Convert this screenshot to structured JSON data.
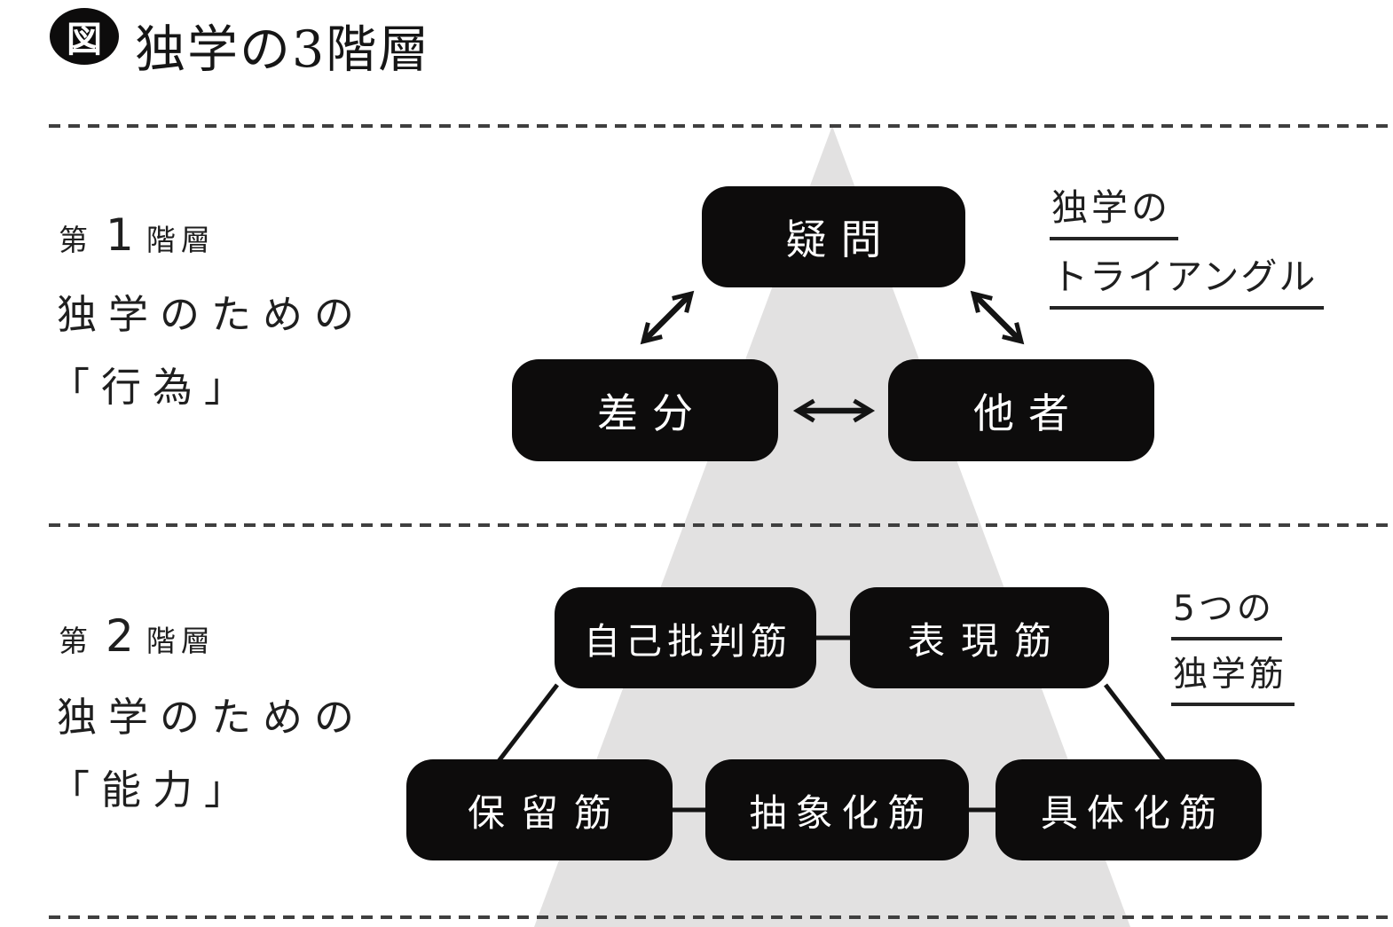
{
  "title": {
    "badge": "図",
    "text": "独学の3階層"
  },
  "colors": {
    "node_fill": "#0d0c0c",
    "node_text": "#ffffff",
    "pyramid_fill": "#e2e1e1",
    "dash_line": "#3f3f3f",
    "text": "#1f1f1f"
  },
  "tier1": {
    "level": {
      "prefix": "第",
      "number": "1",
      "suffix": "階層"
    },
    "caption_line1": "独学のための",
    "caption_line2": "「行為」",
    "nodes": [
      {
        "id": "gimon",
        "label": "疑問"
      },
      {
        "id": "sabun",
        "label": "差分"
      },
      {
        "id": "tasha",
        "label": "他者"
      }
    ],
    "annotation": {
      "line1": "独学の",
      "line2": "トライアングル"
    }
  },
  "tier2": {
    "level": {
      "prefix": "第",
      "number": "2",
      "suffix": "階層"
    },
    "caption_line1": "独学のための",
    "caption_line2": "「能力」",
    "nodes": [
      {
        "id": "jiko-hihan-kin",
        "label": "自己批判筋"
      },
      {
        "id": "hyogen-kin",
        "label": "表現筋"
      },
      {
        "id": "horyu-kin",
        "label": "保留筋"
      },
      {
        "id": "chushoka-kin",
        "label": "抽象化筋"
      },
      {
        "id": "gutaika-kin",
        "label": "具体化筋"
      }
    ],
    "annotation": {
      "line1": "5つの",
      "line2": "独学筋"
    }
  }
}
